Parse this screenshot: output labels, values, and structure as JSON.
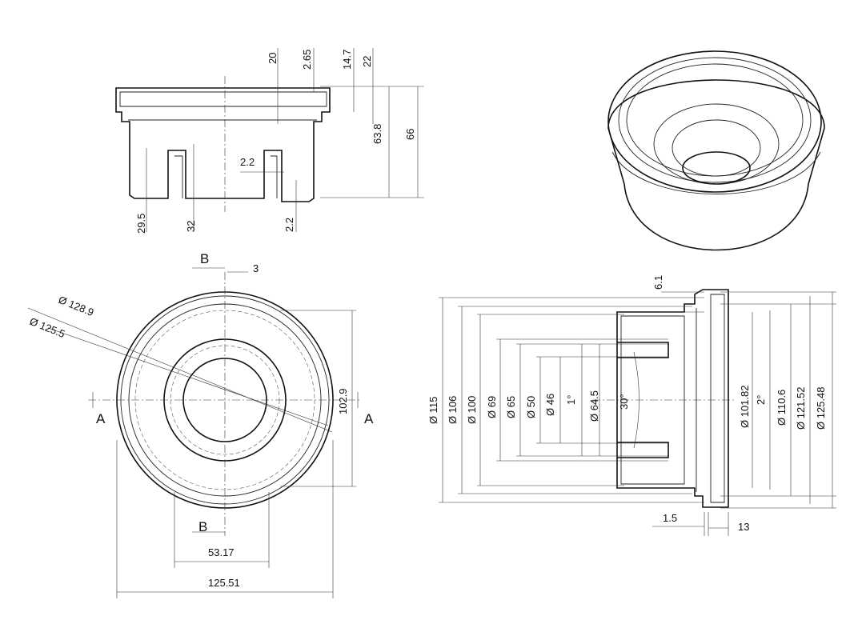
{
  "top_view": {
    "dims": [
      "20",
      "2.65",
      "14.7",
      "22",
      "2.2",
      "63.8",
      "66",
      "29.5",
      "32",
      "2.2"
    ]
  },
  "front_view": {
    "section_b": "B",
    "dim_3": "3",
    "dia_128_9": "Ø 128.9",
    "dia_125_5": "Ø 125.5",
    "section_a": "A",
    "dim_102_9": "102.9",
    "dim_53_17": "53.17",
    "dim_125_51": "125.51"
  },
  "side_view": {
    "dim_6_1": "6.1",
    "diameters": [
      "Ø 115",
      "Ø 106",
      "Ø 100",
      "Ø 69",
      "Ø 65",
      "Ø 50",
      "Ø 46",
      "1°",
      "Ø 64.5",
      "30°",
      "Ø 101.82",
      "2°",
      "Ø 110.6",
      "Ø 121.52",
      "Ø 125.48"
    ],
    "dim_1_5": "1.5",
    "dim_13": "13"
  }
}
